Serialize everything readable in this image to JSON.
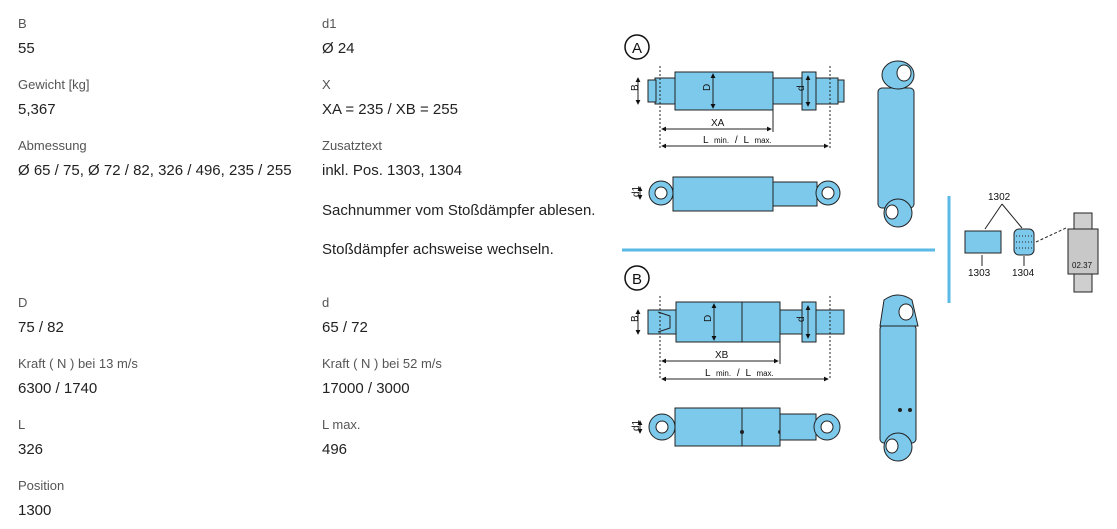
{
  "left_specs": [
    {
      "label": "B",
      "value": "55"
    },
    {
      "label": "Gewicht [kg]",
      "value": "5,367"
    },
    {
      "label": "Abmessung",
      "value": "Ø 65 / 75, Ø 72 / 82, 326 / 496, 235 / 255"
    },
    {
      "label": "D",
      "value": "75 / 82"
    },
    {
      "label": "Kraft ( N ) bei 13 m/s",
      "value": "6300 / 1740"
    },
    {
      "label": "L",
      "value": "326"
    },
    {
      "label": "Position",
      "value": "1300"
    }
  ],
  "right_specs": [
    {
      "label": "d1",
      "value": "Ø 24"
    },
    {
      "label": "X",
      "value": "XA = 235 / XB = 255"
    },
    {
      "label": "Zusatztext",
      "value": "inkl. Pos. 1303, 1304"
    },
    {
      "label": "d",
      "value": "65 / 72"
    },
    {
      "label": "Kraft ( N ) bei 52 m/s",
      "value": "17000 / 3000"
    },
    {
      "label": "L max.",
      "value": "496"
    }
  ],
  "notes": [
    "Sachnummer vom Stoßdämpfer ablesen.",
    "Stoßdämpfer achsweise wechseln."
  ],
  "drawing": {
    "variant_a": "A",
    "variant_b": "B",
    "dim_b": "B",
    "dim_D": "D",
    "dim_d": "d",
    "dim_d1": "d1",
    "dim_xa": "XA",
    "dim_xb": "XB",
    "dim_l_prefix": "L",
    "dim_l_min": "min.",
    "dim_l_sep": "/",
    "dim_l_max": "max.",
    "part_1302": "1302",
    "part_1303": "1303",
    "part_1304": "1304",
    "part_code": "02.37",
    "fill_color": "#7cc9ec",
    "separator_color": "#5ab9e6"
  }
}
